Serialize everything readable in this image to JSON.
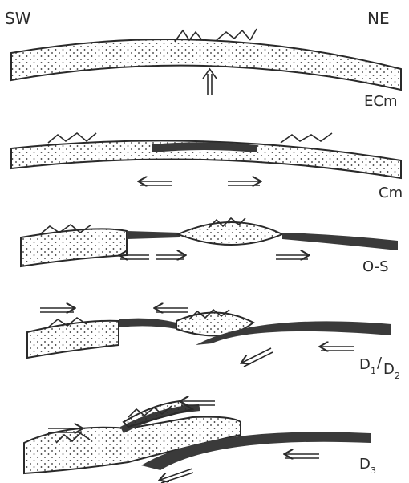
{
  "orientation": {
    "left": "SW",
    "right": "NE"
  },
  "stages": [
    {
      "label": "ECm"
    },
    {
      "label": "Cm"
    },
    {
      "label": "O-S"
    },
    {
      "label": "D",
      "sub1": "1",
      "slash": "/",
      "sub2": "D",
      "sub3": "2"
    },
    {
      "label": "D",
      "sub1": "3"
    }
  ],
  "colors": {
    "ink": "#2a2a2a",
    "crust": "#3a3a3a",
    "paper": "#ffffff"
  }
}
